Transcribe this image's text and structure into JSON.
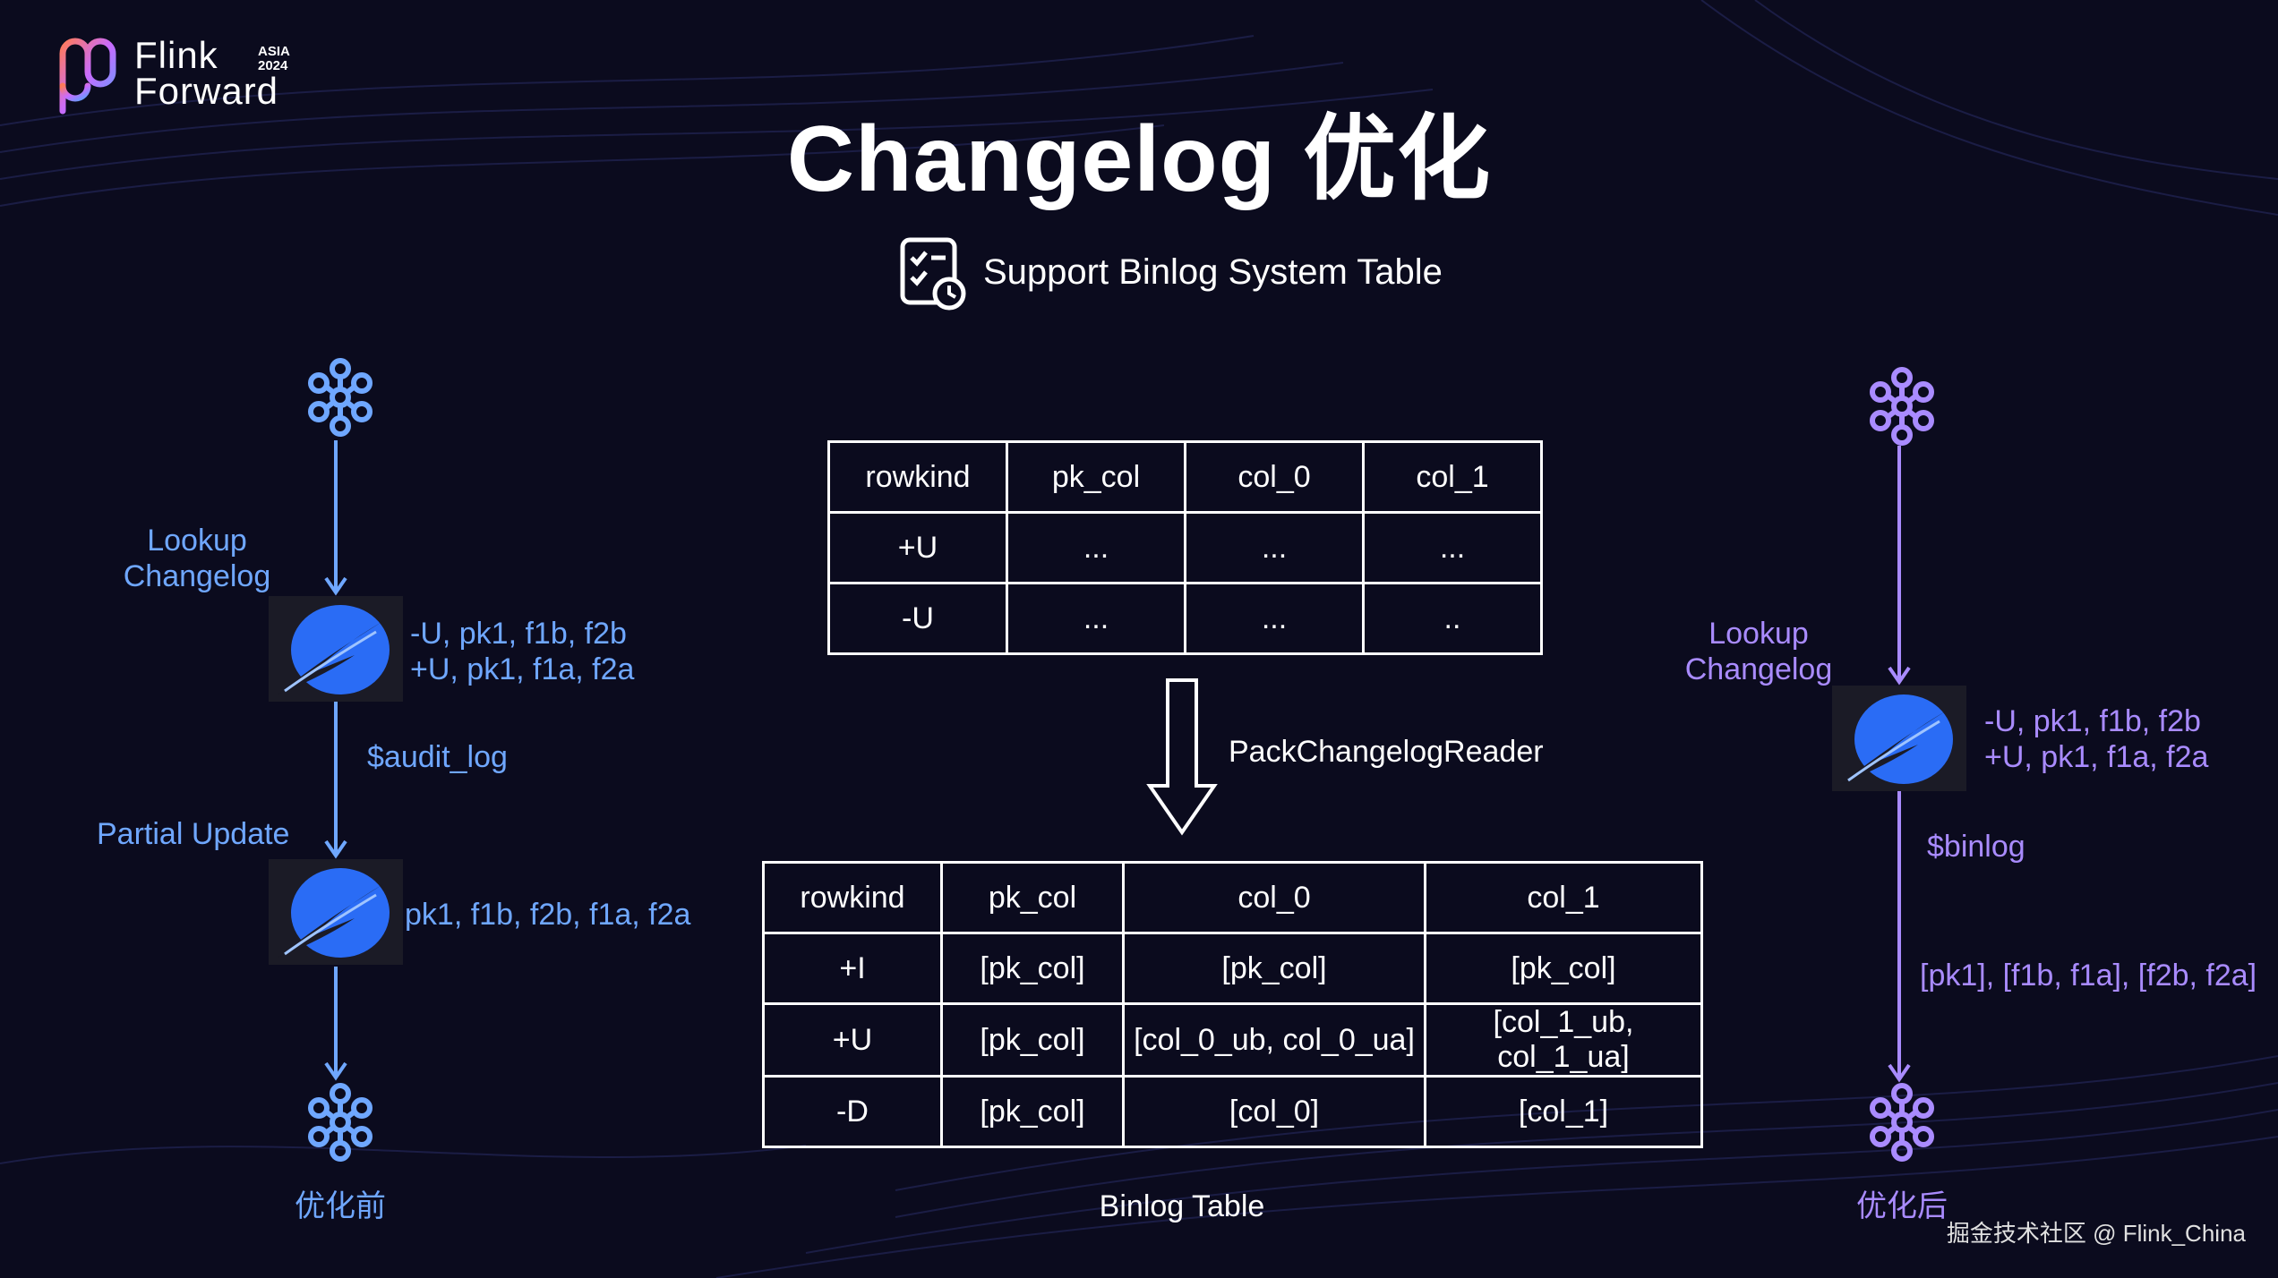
{
  "header": {
    "logo_line1": "Flink",
    "logo_line2": "Forward",
    "logo_badge_top": "ASIA",
    "logo_badge_year": "2024",
    "title": "Changelog 优化",
    "subtitle": "Support Binlog System Table"
  },
  "left": {
    "lookup_label_1": "Lookup",
    "lookup_label_2": "Changelog",
    "node1_line1": "-U, pk1, f1b, f2b",
    "node1_line2": "+U, pk1, f1a, f2a",
    "audit_label": "$audit_log",
    "partial_label": "Partial Update",
    "node2_text": "pk1, f1b, f2b, f1a, f2a",
    "caption": "优化前"
  },
  "right": {
    "lookup_label_1": "Lookup",
    "lookup_label_2": "Changelog",
    "node_line1": "-U, pk1, f1b, f2b",
    "node_line2": "+U, pk1, f1a, f2a",
    "binlog_label": "$binlog",
    "packed_text": "[pk1], [f1b, f1a], [f2b, f2a]",
    "caption": "优化后"
  },
  "table_top": {
    "headers": [
      "rowkind",
      "pk_col",
      "col_0",
      "col_1"
    ],
    "rows": [
      [
        "+U",
        "...",
        "...",
        "..."
      ],
      [
        "-U",
        "...",
        "...",
        ".."
      ]
    ]
  },
  "reader_label": "PackChangelogReader",
  "table_bottom": {
    "headers": [
      "rowkind",
      "pk_col",
      "col_0",
      "col_1"
    ],
    "rows": [
      [
        "+I",
        "[pk_col]",
        "[pk_col]",
        "[pk_col]"
      ],
      [
        "+U",
        "[pk_col]",
        "[col_0_ub, col_0_ua]",
        "[col_1_ub, col_1_ua]"
      ],
      [
        "-D",
        "[pk_col]",
        "[col_0]",
        "[col_1]"
      ]
    ],
    "caption": "Binlog Table"
  },
  "watermark": "掘金技术社区 @ Flink_China",
  "colors": {
    "background": "#0b0b1e",
    "left_flow": "#6fa7ff",
    "right_flow": "#a98bff",
    "flink_icon": "#2a6cf5"
  },
  "icons": {
    "kafka": "kafka-icon",
    "flink": "flink-squirrel-icon",
    "checklist": "checklist-clock-icon"
  }
}
